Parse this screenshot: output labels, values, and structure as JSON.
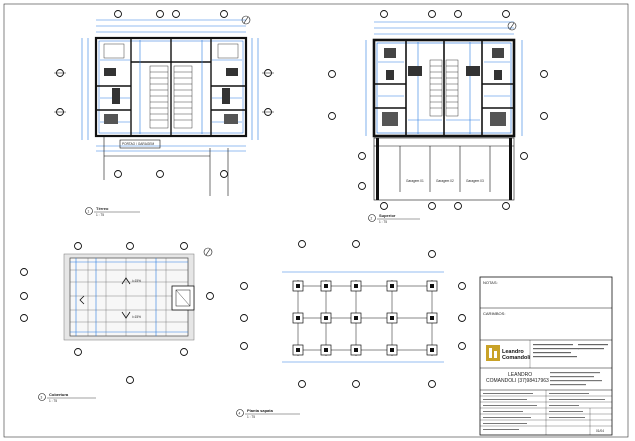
{
  "drawings": {
    "terreo_label": "Térreo",
    "terreo_scale": "1 : 75",
    "terreo_number": "1",
    "superior_label": "Superior",
    "superior_scale": "1 : 75",
    "superior_number": "2",
    "cobertura_label": "Cobertura",
    "cobertura_scale": "1 : 75",
    "cobertura_number": "3",
    "fundacao_label": "Planta sapata",
    "fundacao_scale": "1 : 75",
    "fundacao_number": "4"
  },
  "title_block": {
    "notas_label": "NOTAS:",
    "carimbos_label": "CARIMBOS:",
    "firm_name_line1": "Leandro",
    "firm_name_line2": "Comandoli",
    "engineer_line1": "LEANDRO",
    "engineer_line2": "COMANDOLI (37)98417963",
    "sheet_id": "01/04"
  },
  "colors": {
    "dimension": "#2a7de1",
    "wall": "#1a1a1a",
    "background": "#ffffff",
    "firm_gold": "#c9a227"
  }
}
